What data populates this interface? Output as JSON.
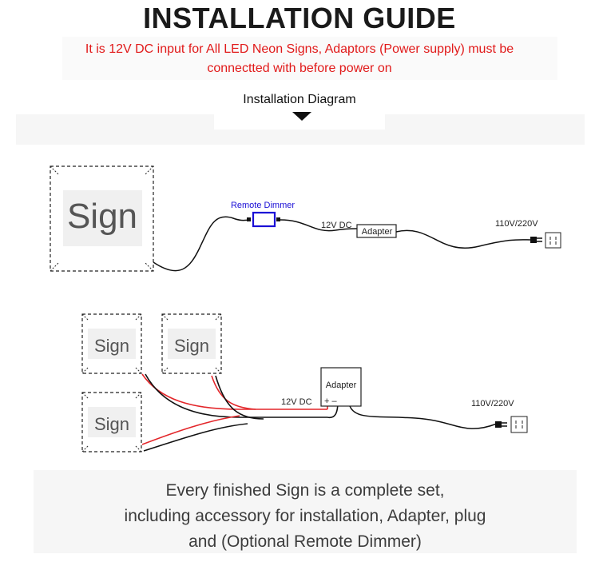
{
  "header": {
    "title": "INSTALLATION GUIDE",
    "notice_line1": "It is 12V DC input for All LED Neon Signs, Adaptors (Power supply) must be",
    "notice_line2": "connectted with before power on"
  },
  "diagram_header": {
    "label": "Installation Diagram"
  },
  "diagram1": {
    "sign_label": "Sign",
    "dimmer_label": "Remote Dimmer",
    "voltage_dc": "12V DC",
    "adapter_label": "Adapter",
    "voltage_ac": "110V/220V"
  },
  "diagram2": {
    "sign_labels": [
      "Sign",
      "Sign",
      "Sign"
    ],
    "adapter_label": "Adapter",
    "voltage_dc": "12V DC",
    "polarity": "+ –",
    "voltage_ac": "110V/220V"
  },
  "footer": {
    "line1": "Every finished Sign is a complete set,",
    "line2": "including accessory for installation, Adapter, plug",
    "line3": "and (Optional Remote Dimmer)"
  },
  "colors": {
    "notice": "#e11a1a",
    "dimmer": "#1a0ed6",
    "wire_red": "#e3262a",
    "wire_black": "#111111"
  }
}
